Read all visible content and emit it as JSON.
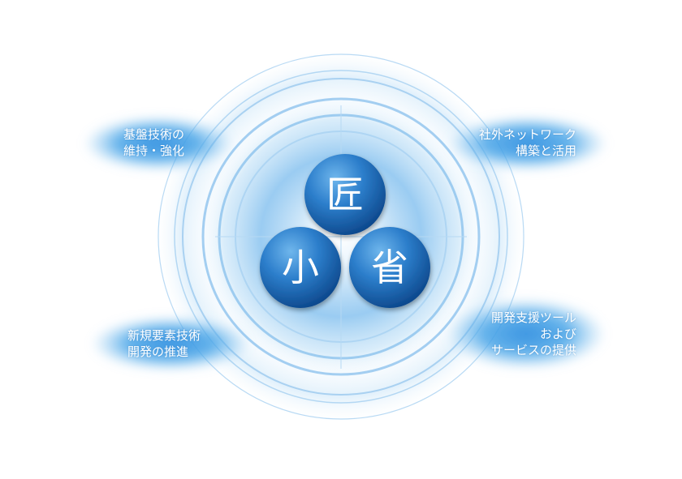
{
  "core": {
    "top": "匠",
    "bottom_left": "小",
    "bottom_right": "省"
  },
  "labels": {
    "top_left": [
      "基盤技術の",
      "維持・強化"
    ],
    "top_right": [
      "社外ネットワーク",
      "構築と活用"
    ],
    "bottom_left": [
      "新規要素技術",
      "開発の推進"
    ],
    "bottom_right": [
      "開発支援ツール",
      "および",
      "サービスの提供"
    ]
  },
  "colors": {
    "ring": "#9ccbf0",
    "glow": "#4aa6e8",
    "sphere_light": "#5aa9e6",
    "sphere_dark": "#0d4f96",
    "label_text": "#ffffff"
  }
}
